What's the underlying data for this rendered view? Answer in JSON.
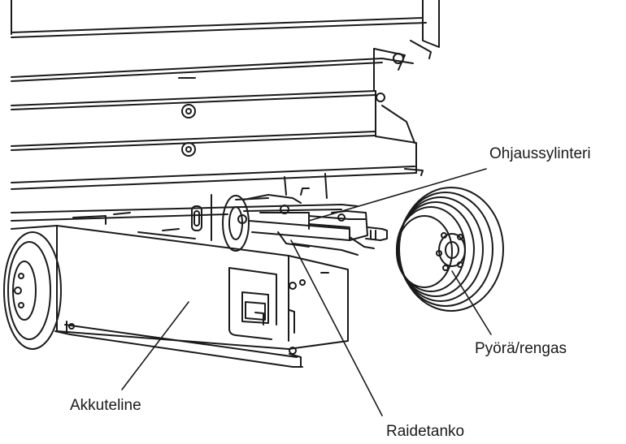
{
  "labels": {
    "steering_cylinder": "Ohjaussylinteri",
    "wheel_tire": "Pyörä/rengas",
    "battery_tray": "Akkuteline",
    "tie_rod": "Raidetanko"
  },
  "colors": {
    "ink": "#1a1a1a",
    "paper": "#ffffff"
  }
}
